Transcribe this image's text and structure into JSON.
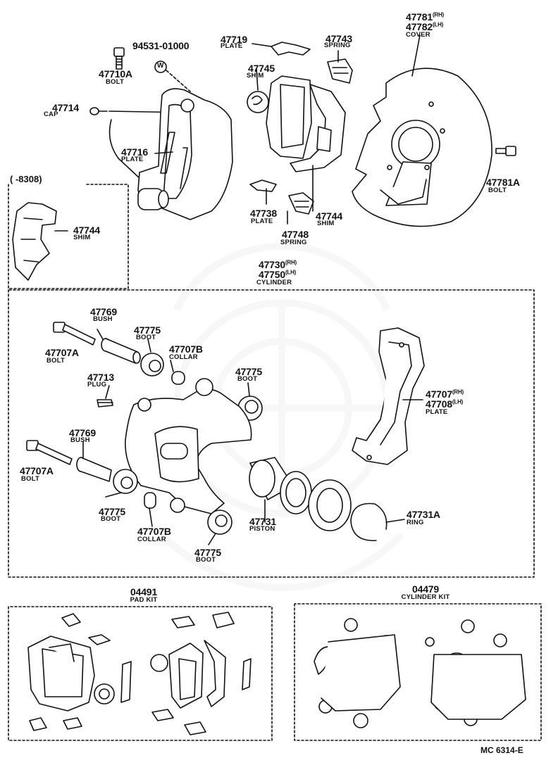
{
  "colors": {
    "ink": "#111111",
    "paper": "#ffffff",
    "watermark": "#999999"
  },
  "top_callouts": [
    {
      "part": "94531-01000",
      "desc": ""
    },
    {
      "part": "47710A",
      "desc": "BOLT"
    },
    {
      "part": "47714",
      "desc": "CAP"
    },
    {
      "part": "47716",
      "desc": "PLATE"
    },
    {
      "part": "47719",
      "desc": "PLATE"
    },
    {
      "part": "47743",
      "desc": "SPRING"
    },
    {
      "part": "47745",
      "desc": "SHIM"
    },
    {
      "part": "47738",
      "desc": "PLATE"
    },
    {
      "part": "47744",
      "desc": "SHIM"
    },
    {
      "part": "47748",
      "desc": "SPRING"
    },
    {
      "part": "47781A",
      "desc": "BOLT"
    }
  ],
  "cover": {
    "part_rh": "47781",
    "part_lh": "47782",
    "suffix_rh": "(RH)",
    "suffix_lh": "(LH)",
    "desc": "COVER"
  },
  "washer_mark": "W",
  "inset": {
    "header": "(    -8308)",
    "part": "47744",
    "desc": "SHIM"
  },
  "cylinder": {
    "part_rh": "47730",
    "part_lh": "47750",
    "suffix_rh": "(RH)",
    "suffix_lh": "(LH)",
    "desc": "CYLINDER"
  },
  "cylinder_callouts": [
    {
      "part": "47769",
      "desc": "BUSH"
    },
    {
      "part": "47707A",
      "desc": "BOLT"
    },
    {
      "part": "47775",
      "desc": "BOOT"
    },
    {
      "part": "47707B",
      "desc": "COLLAR"
    },
    {
      "part": "47713",
      "desc": "PLUG"
    },
    {
      "part": "47775",
      "desc": "BOOT"
    },
    {
      "part": "47769",
      "desc": "BUSH"
    },
    {
      "part": "47707A",
      "desc": "BOLT"
    },
    {
      "part": "47775",
      "desc": "BOOT"
    },
    {
      "part": "47707B",
      "desc": "COLLAR"
    },
    {
      "part": "47775",
      "desc": "BOOT"
    },
    {
      "part": "47731",
      "desc": "PISTON"
    },
    {
      "part": "47731A",
      "desc": "RING"
    }
  ],
  "mount_plate": {
    "part_rh": "47707",
    "part_lh": "47708",
    "suffix_rh": "(RH)",
    "suffix_lh": "(LH)",
    "desc": "PLATE"
  },
  "kits": [
    {
      "part": "04491",
      "desc": "PAD KIT"
    },
    {
      "part": "04479",
      "desc": "CYLINDER KIT"
    }
  ],
  "footer_code": "MC 6314-E"
}
